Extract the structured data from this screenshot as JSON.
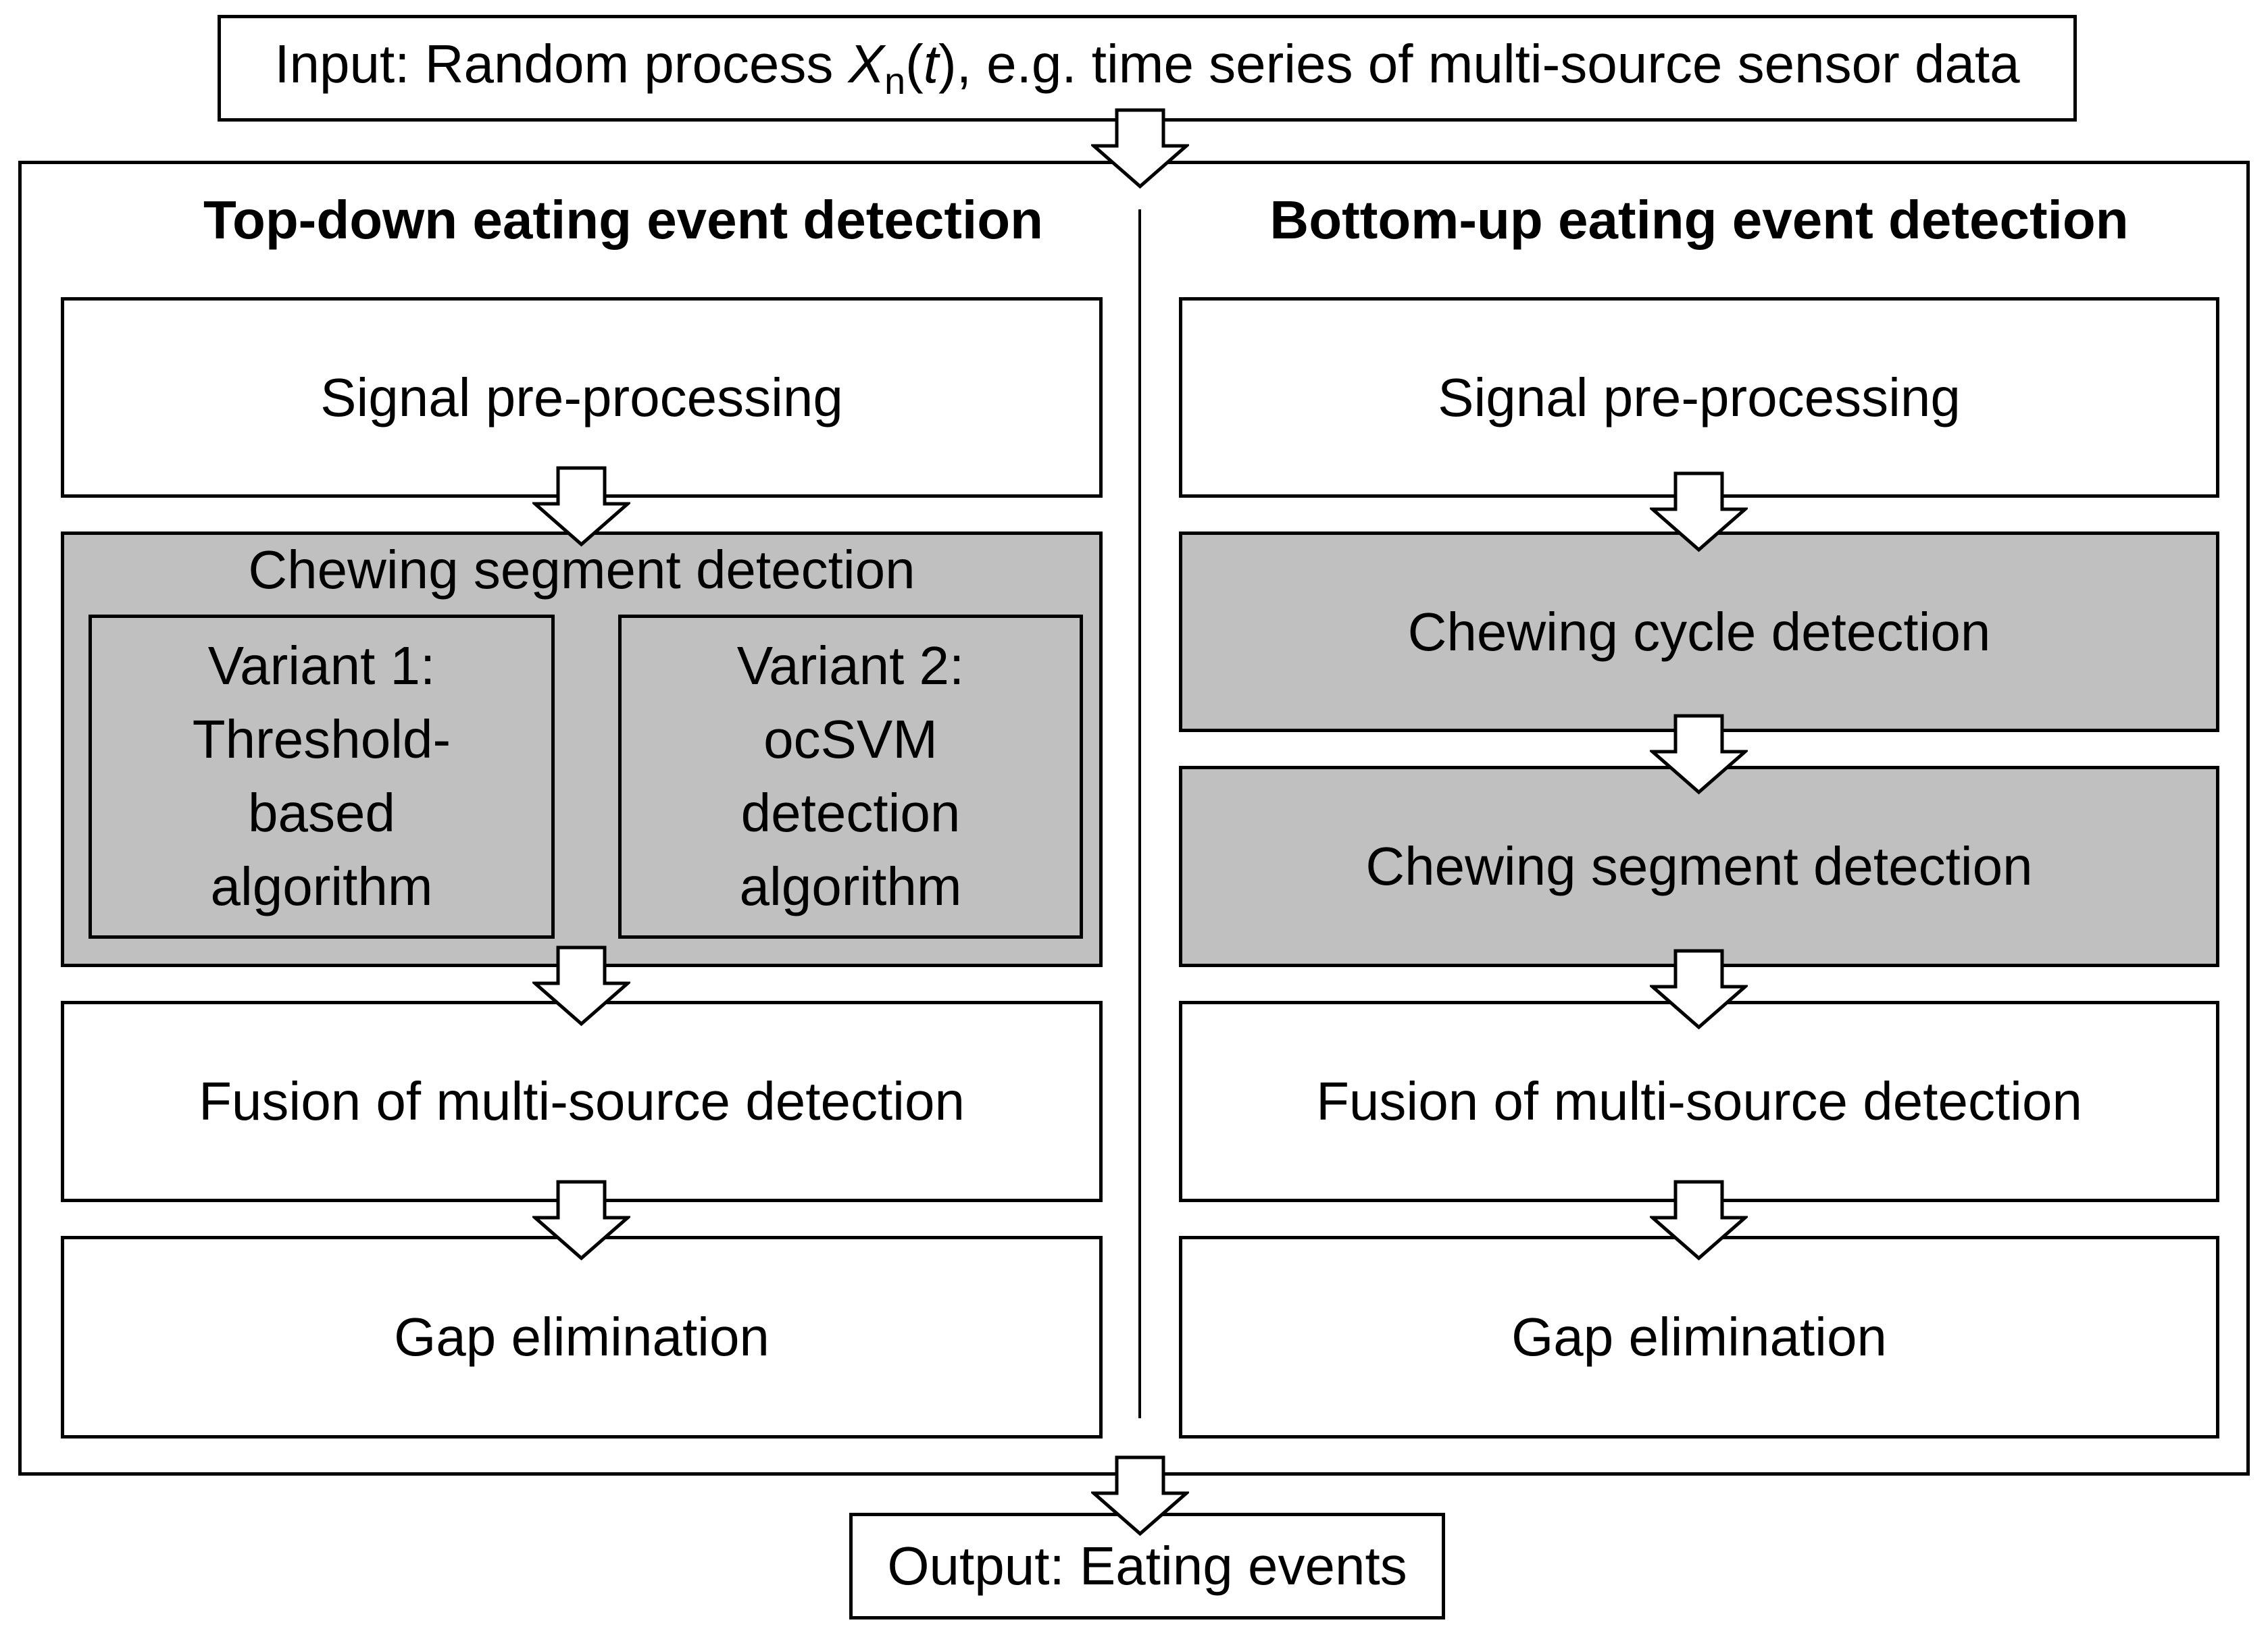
{
  "input": {
    "prefix": "Input: Random process ",
    "var": "X",
    "sub": "n",
    "open": "(",
    "arg": "t",
    "suffix": "), e.g. time series of multi-source sensor data"
  },
  "left": {
    "title": "Top-down eating event detection",
    "steps": {
      "preprocessing": "Signal pre-processing",
      "segment_title": "Chewing segment detection",
      "variant1": "Variant 1:\nThreshold-\nbased\nalgorithm",
      "variant2": "Variant 2:\nocSVM\ndetection\nalgorithm",
      "fusion": "Fusion of multi-source detection",
      "gap": "Gap elimination"
    }
  },
  "right": {
    "title": "Bottom-up eating event detection",
    "steps": {
      "preprocessing": "Signal pre-processing",
      "cycle": "Chewing cycle detection",
      "segment": "Chewing segment detection",
      "fusion": "Fusion of multi-source detection",
      "gap": "Gap elimination"
    }
  },
  "output": "Output: Eating events"
}
